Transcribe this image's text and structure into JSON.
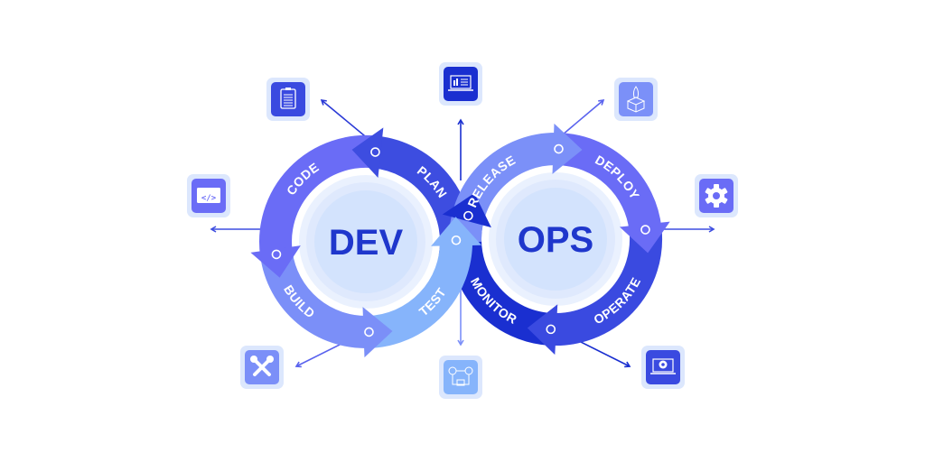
{
  "diagram": {
    "title_left": "DEV",
    "title_right": "OPS",
    "stages": {
      "plan": "PLAN",
      "code": "CODE",
      "build": "BUILD",
      "test": "TEST",
      "release": "RELEASE",
      "deploy": "DEPLOY",
      "operate": "OPERATE",
      "monitor": "MONITOR"
    },
    "icons": [
      "clipboard-icon",
      "code-window-icon",
      "wrench-screwdriver-icon",
      "analytics-laptop-icon",
      "test-flow-icon",
      "rocket-box-icon",
      "gear-icon",
      "laptop-gear-icon"
    ]
  },
  "colors": {
    "plan": "#3d4de0",
    "code": "#6a6cf6",
    "build": "#7b8ff8",
    "test": "#86b4fb",
    "release": "#7b90f8",
    "deploy": "#6a6cf6",
    "operate": "#3a4ae0",
    "monitor": "#1a2fd0",
    "center_text": "#1f37cc",
    "tile_border": "#dce7fd"
  }
}
